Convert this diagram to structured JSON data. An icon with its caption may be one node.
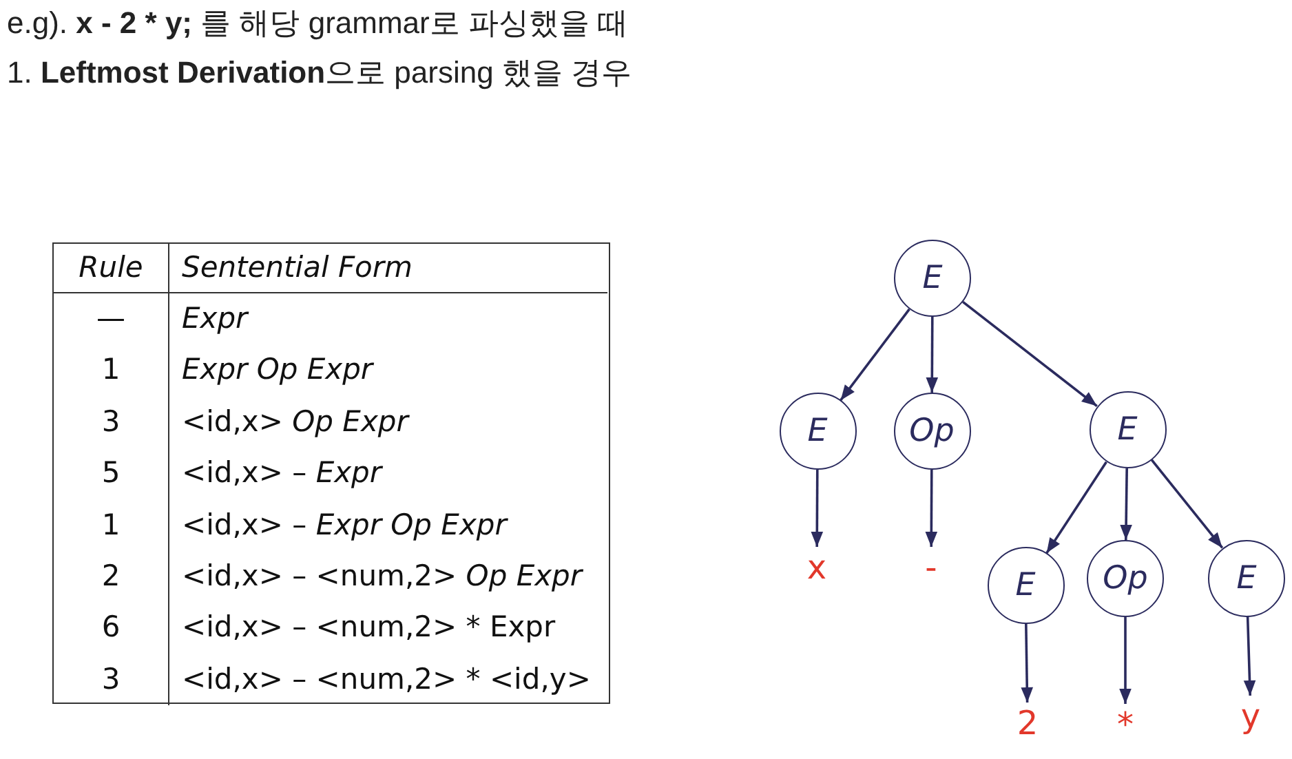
{
  "diagram": {
    "nodes": [
      {
        "text": [
          "E"
        ]
      },
      {
        "text": [
          "E"
        ]
      },
      {
        "text": [
          "Op"
        ]
      },
      {
        "text": [
          "E"
        ]
      },
      {
        "text": [
          "x"
        ]
      },
      {
        "text": [
          "-"
        ]
      },
      {
        "text": [
          "E"
        ]
      },
      {
        "text": [
          "Op"
        ]
      },
      {
        "text": [
          "E"
        ]
      },
      {
        "text": [
          "2"
        ]
      },
      {
        "text": [
          "*"
        ]
      },
      {
        "text": [
          "y"
        ]
      }
    ],
    "edges": [
      {
        "from": 0,
        "to": 1,
        "arrow": "to"
      },
      {
        "from": 0,
        "to": 2,
        "arrow": "to"
      },
      {
        "from": 0,
        "to": 3,
        "arrow": "to"
      },
      {
        "from": 1,
        "to": 4,
        "arrow": "to"
      },
      {
        "from": 2,
        "to": 5,
        "arrow": "to"
      },
      {
        "from": 3,
        "to": 6,
        "arrow": "to"
      },
      {
        "from": 3,
        "to": 7,
        "arrow": "to"
      },
      {
        "from": 3,
        "to": 8,
        "arrow": "to"
      },
      {
        "from": 6,
        "to": 9,
        "arrow": "to"
      },
      {
        "from": 7,
        "to": 10,
        "arrow": "to"
      },
      {
        "from": 8,
        "to": 11,
        "arrow": "to"
      }
    ],
    "labels": [
      "e.g). **x - 2 * y;** 를 해당 grammar로 파싱했을 때",
      "1. **Leftmost Derivation**으로 parsing 했을 경우",
      "Rule",
      "Sentential Form",
      "—",
      "Expr",
      "1",
      "Expr Op Expr",
      "3",
      "<id,x> *Op Expr*",
      "5",
      "<id,x> – *Expr*",
      "1",
      "<id,x> – *Expr Op Expr*",
      "2",
      "<id,x> – <num,2> *Op Expr*",
      "6",
      "<id,x> – <num,2> * Expr",
      "3",
      "<id,x> – <num,2> * <id,y>"
    ]
  }
}
